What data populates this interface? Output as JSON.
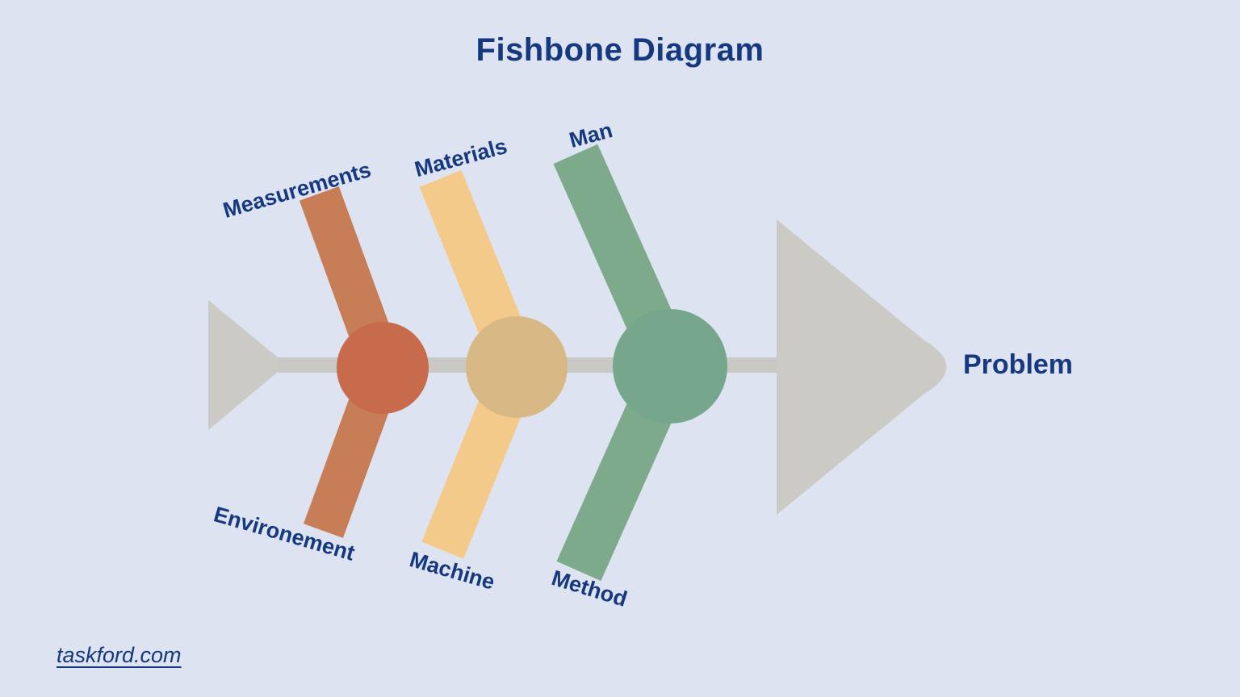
{
  "title": "Fishbone Diagram",
  "problem": {
    "label": "Problem"
  },
  "watermark": {
    "text": "taskford.com"
  },
  "colors": {
    "background": "#dde3f1",
    "navy": "#16387e",
    "skeleton_gray": "#cbcac5",
    "spine_gray": "#c9c8c4"
  },
  "bones": [
    {
      "top_label": "Measurements",
      "bottom_label": "Environement",
      "bone_color": "#c77d55",
      "node_color": "#c86a4c"
    },
    {
      "top_label": "Materials",
      "bottom_label": "Machine",
      "bone_color": "#f4ca8b",
      "node_color": "#d8b884"
    },
    {
      "top_label": "Man",
      "bottom_label": "Method",
      "bone_color": "#7daa8b",
      "node_color": "#76a68c"
    }
  ]
}
